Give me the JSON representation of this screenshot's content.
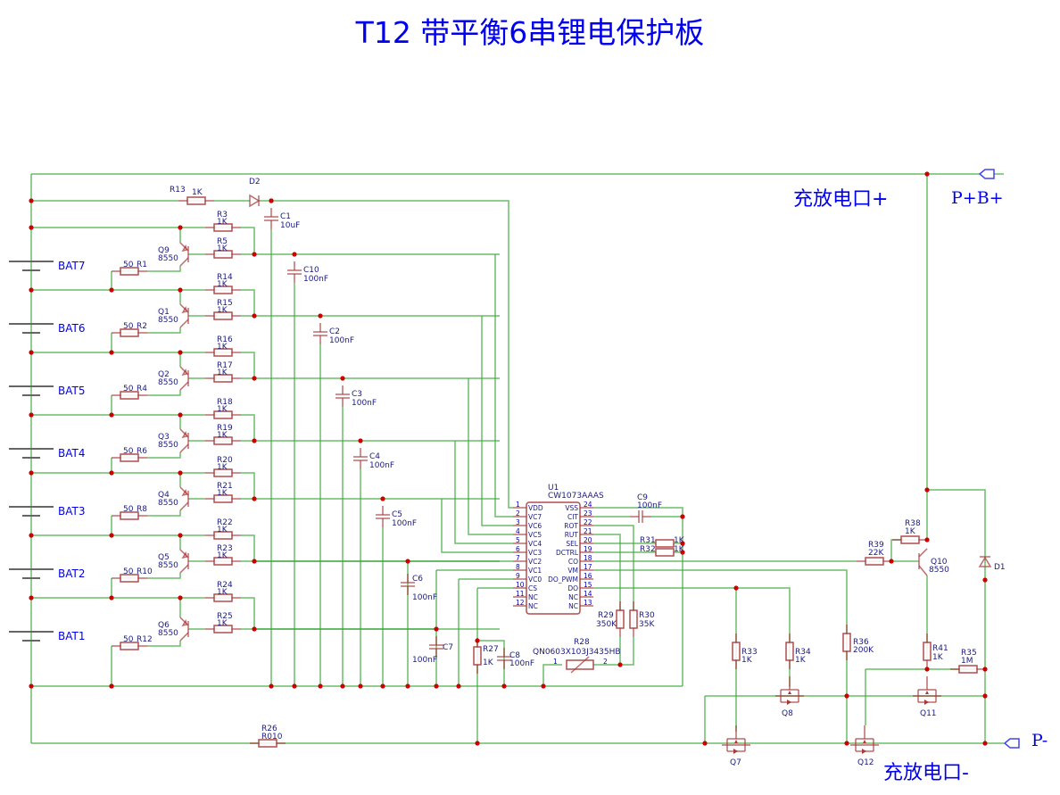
{
  "title": "T12 带平衡6串锂电保护板",
  "ports": {
    "pos_label": "充放电口+",
    "pos_port": "P+B+",
    "neg_label": "充放电口-",
    "neg_port": "P-"
  },
  "batteries": [
    "BAT7",
    "BAT6",
    "BAT5",
    "BAT4",
    "BAT3",
    "BAT2",
    "BAT1"
  ],
  "balance_cells": [
    {
      "q": "Q9",
      "qval": "8550",
      "rb": "R1",
      "rbval": "50",
      "rt": "R3",
      "rtval": "1K",
      "rm": "R5",
      "rmval": "1K"
    },
    {
      "q": "Q1",
      "qval": "8550",
      "rb": "R2",
      "rbval": "50",
      "rt": "R14",
      "rtval": "1K",
      "rm": "R15",
      "rmval": "1K"
    },
    {
      "q": "Q2",
      "qval": "8550",
      "rb": "R4",
      "rbval": "50",
      "rt": "R16",
      "rtval": "1K",
      "rm": "R17",
      "rmval": "1K"
    },
    {
      "q": "Q3",
      "qval": "8550",
      "rb": "R6",
      "rbval": "50",
      "rt": "R18",
      "rtval": "1K",
      "rm": "R19",
      "rmval": "1K"
    },
    {
      "q": "Q4",
      "qval": "8550",
      "rb": "R8",
      "rbval": "50",
      "rt": "R20",
      "rtval": "1K",
      "rm": "R21",
      "rmval": "1K"
    },
    {
      "q": "Q5",
      "qval": "8550",
      "rb": "R10",
      "rbval": "50",
      "rt": "R22",
      "rtval": "1K",
      "rm": "R23",
      "rmval": "1K"
    },
    {
      "q": "Q6",
      "qval": "8550",
      "rb": "R12",
      "rbval": "50",
      "rt": "R24",
      "rtval": "1K",
      "rm": "R25",
      "rmval": "1K"
    }
  ],
  "top": {
    "r13": "R13",
    "r13val": "1K",
    "d2": "D2"
  },
  "capacitors": [
    {
      "ref": "C1",
      "val": "10uF"
    },
    {
      "ref": "C10",
      "val": "100nF"
    },
    {
      "ref": "C2",
      "val": "100nF"
    },
    {
      "ref": "C3",
      "val": "100nF"
    },
    {
      "ref": "C4",
      "val": "100nF"
    },
    {
      "ref": "C5",
      "val": "100nF"
    },
    {
      "ref": "C6",
      "val": "100nF"
    },
    {
      "ref": "C7",
      "val": "100nF"
    },
    {
      "ref": "C8",
      "val": "100nF"
    },
    {
      "ref": "C9",
      "val": "100nF"
    }
  ],
  "ic": {
    "ref": "U1",
    "part": "CW1073AAAS",
    "left_pins": [
      {
        "num": "1",
        "name": "VDD"
      },
      {
        "num": "2",
        "name": "VC7"
      },
      {
        "num": "3",
        "name": "VC6"
      },
      {
        "num": "4",
        "name": "VC5"
      },
      {
        "num": "5",
        "name": "VC4"
      },
      {
        "num": "6",
        "name": "VC3"
      },
      {
        "num": "7",
        "name": "VC2"
      },
      {
        "num": "8",
        "name": "VC1"
      },
      {
        "num": "9",
        "name": "VC0"
      },
      {
        "num": "10",
        "name": "CS"
      },
      {
        "num": "11",
        "name": "NC"
      },
      {
        "num": "12",
        "name": "NC"
      }
    ],
    "right_pins": [
      {
        "num": "24",
        "name": "VSS"
      },
      {
        "num": "23",
        "name": "CIT"
      },
      {
        "num": "22",
        "name": "ROT"
      },
      {
        "num": "21",
        "name": "RUT"
      },
      {
        "num": "20",
        "name": "SEL"
      },
      {
        "num": "19",
        "name": "DCTRL"
      },
      {
        "num": "18",
        "name": "CO"
      },
      {
        "num": "17",
        "name": "VM"
      },
      {
        "num": "16",
        "name": "DO_PWM"
      },
      {
        "num": "15",
        "name": "DO"
      },
      {
        "num": "14",
        "name": "NC"
      },
      {
        "num": "13",
        "name": "NC"
      }
    ]
  },
  "resistors": {
    "R26": {
      "ref": "R26",
      "val": "R010"
    },
    "R27": {
      "ref": "R27",
      "val": "1K"
    },
    "R28": {
      "ref": "R28",
      "val": "QN0603X103J3435HB",
      "pin1": "1",
      "pin2": "2"
    },
    "R29": {
      "ref": "R29",
      "val": "350K"
    },
    "R30": {
      "ref": "R30",
      "val": "35K"
    },
    "R31": {
      "ref": "R31",
      "val": "1K"
    },
    "R32": {
      "ref": "R32",
      "val": "1K"
    },
    "R33": {
      "ref": "R33",
      "val": "1K"
    },
    "R34": {
      "ref": "R34",
      "val": "1K"
    },
    "R35": {
      "ref": "R35",
      "val": "1M"
    },
    "R36": {
      "ref": "R36",
      "val": "200K"
    },
    "R38": {
      "ref": "R38",
      "val": "1K"
    },
    "R39": {
      "ref": "R39",
      "val": "22K"
    },
    "R41": {
      "ref": "R41",
      "val": "1K"
    }
  },
  "transistors": {
    "Q10": {
      "ref": "Q10",
      "val": "8550"
    },
    "Q7": {
      "ref": "Q7"
    },
    "Q8": {
      "ref": "Q8"
    },
    "Q11": {
      "ref": "Q11"
    },
    "Q12": {
      "ref": "Q12"
    },
    "D1": {
      "ref": "D1"
    }
  }
}
